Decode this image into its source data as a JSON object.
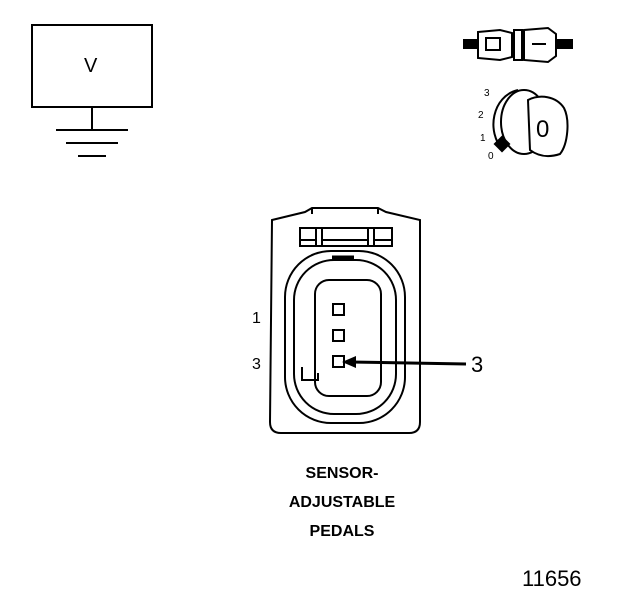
{
  "meter": {
    "symbol": "V"
  },
  "selector": {
    "positions": [
      "3",
      "2",
      "1",
      "0"
    ],
    "dial_value": "0"
  },
  "connector": {
    "pin_labels": [
      "1",
      "3"
    ],
    "callout": "3"
  },
  "caption": {
    "lines": [
      "SENSOR-",
      "ADJUSTABLE",
      "PEDALS"
    ]
  },
  "figure_number": "11656"
}
